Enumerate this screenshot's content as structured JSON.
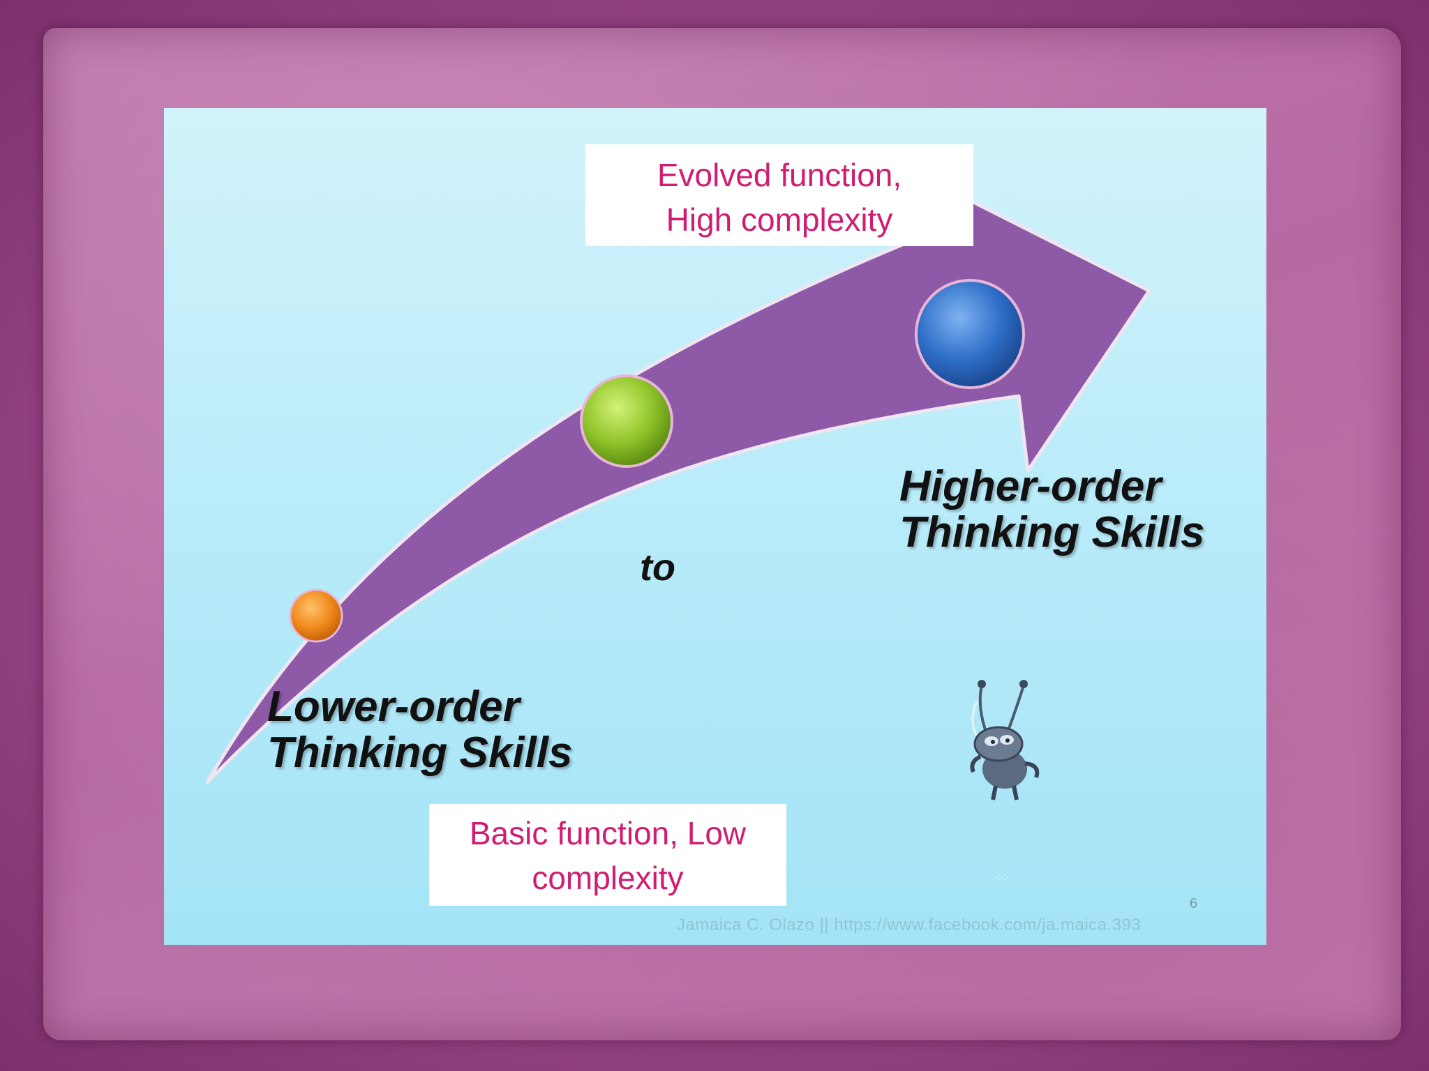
{
  "slide": {
    "top_label": {
      "line1": "Evolved function,",
      "line2": "High complexity"
    },
    "bottom_label": {
      "line1": "Basic function, Low",
      "line2": "complexity"
    },
    "higher_title": {
      "line1": "Higher-order",
      "line2": "Thinking Skills"
    },
    "lower_title": {
      "line1": "Lower-order",
      "line2": "Thinking Skills"
    },
    "connector": "to",
    "page_number": "6",
    "footer": "Jamaica C. Olazo   ||   https://www.facebook.com/ja.maica.393"
  },
  "colors": {
    "arrow": "#8e5aa8",
    "label_text": "#d01c71",
    "dot_orange": "#f08a1c",
    "dot_green": "#8fc42a",
    "dot_blue": "#2f6fc8"
  },
  "icons": [
    "bug-mascot-icon"
  ]
}
